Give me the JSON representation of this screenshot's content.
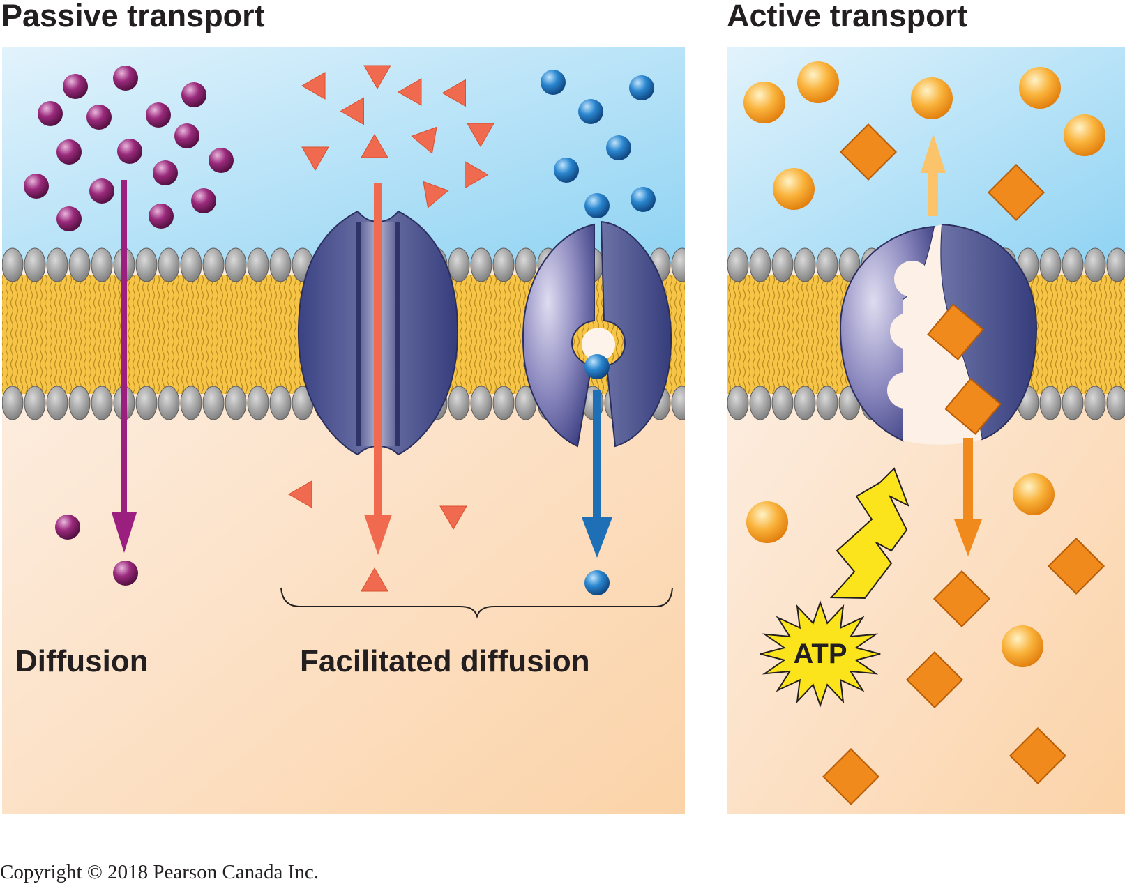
{
  "headings": {
    "passive": "Passive transport",
    "active": "Active transport"
  },
  "labels": {
    "diffusion": "Diffusion",
    "facilitated": "Facilitated diffusion",
    "atp": "ATP"
  },
  "footer": {
    "copyright": "Copyright © 2018 Pearson Canada Inc."
  },
  "colors": {
    "extracellular_top": "#dff1fb",
    "extracellular_bottom": "#92d6f4",
    "cytoplasm": "#fbd2a8",
    "phospholipid_head": "#9b9b9b",
    "lipid_tail": "#f6c548",
    "protein": "#4a4f8f",
    "diffusion_particle": "#8e1a6e",
    "triangle_solute": "#ef6a4f",
    "channel_solute": "#1872b8",
    "active_sphere": "#f6a623",
    "active_cube": "#f08a1c",
    "atp_burst": "#fbe41b"
  }
}
